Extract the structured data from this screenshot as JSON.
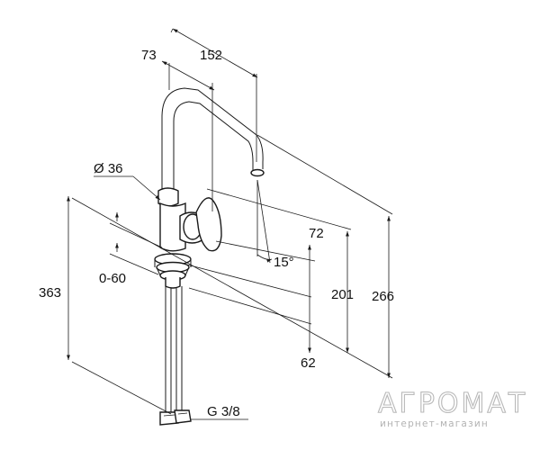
{
  "dimensions": {
    "d_152": "152",
    "d_73": "73",
    "d_36": "Ø 36",
    "d_72": "72",
    "d_15": "15°",
    "d_0_60": "0-60",
    "d_363": "363",
    "d_201": "201",
    "d_266": "266",
    "d_62": "62",
    "d_g38": "G 3/8"
  },
  "watermark": {
    "title": "АГРОМАТ",
    "subtitle": "интернет-магазин"
  }
}
